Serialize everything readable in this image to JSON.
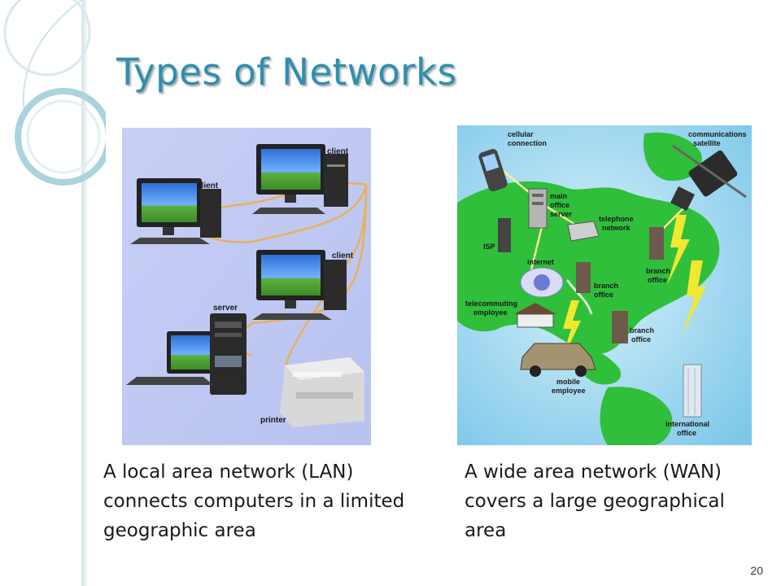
{
  "slide": {
    "title": "Types of Networks",
    "page_number": "20",
    "accent_color": "#2d8fb1"
  },
  "lan": {
    "labels": {
      "client_top": "client",
      "client_left": "client",
      "client_mid": "client",
      "server": "server",
      "printer": "printer"
    },
    "caption": "A local area network (LAN) connects computers in a limited geographic area"
  },
  "wan": {
    "labels": {
      "cellular_1": "cellular",
      "cellular_2": "connection",
      "satellite_1": "communications",
      "satellite_2": "satellite",
      "main_office_1": "main",
      "main_office_2": "office",
      "main_office_3": "server",
      "telephone_1": "telephone",
      "telephone_2": "network",
      "isp": "ISP",
      "internet": "internet",
      "branch_a_1": "branch",
      "branch_a_2": "office",
      "branch_b_1": "branch",
      "branch_b_2": "office",
      "branch_c_1": "branch",
      "branch_c_2": "office",
      "telecommuting_1": "telecommuting",
      "telecommuting_2": "employee",
      "mobile_1": "mobile",
      "mobile_2": "employee",
      "international_1": "international",
      "international_2": "office"
    },
    "caption": "A wide area network (WAN) covers a large geographical area"
  }
}
